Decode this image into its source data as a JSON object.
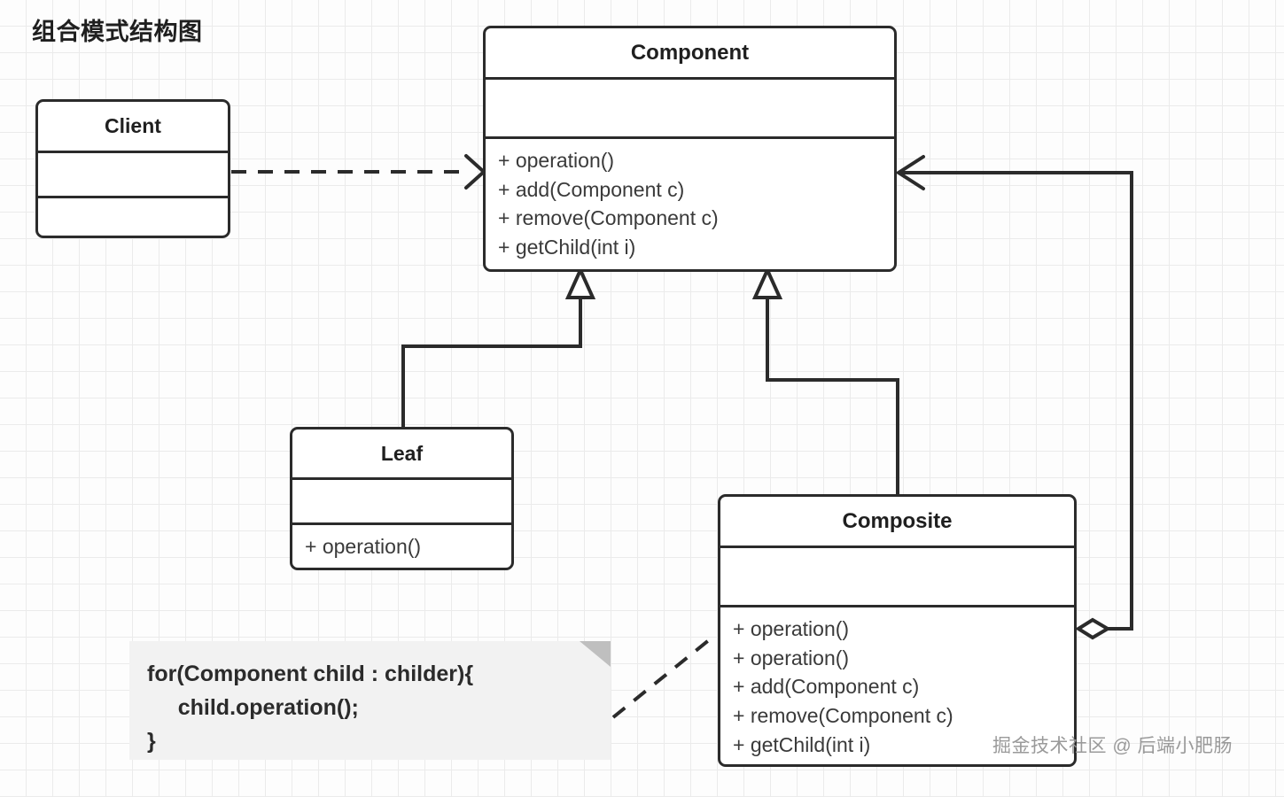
{
  "diagram": {
    "title": "组合模式结构图",
    "watermark": "掘金技术社区 @ 后端小肥肠",
    "colors": {
      "stroke": "#2b2b2b",
      "text": "#1f1f1f",
      "method_text": "#3a3a3a",
      "note_background": "#f2f2f2",
      "note_fold": "#bfbfbf",
      "grid": "#ebebeb",
      "canvas_background": "#fdfdfd",
      "watermark": "#9a9a9a"
    }
  },
  "classes": {
    "client": {
      "name": "Client",
      "attributes": [],
      "methods": []
    },
    "component": {
      "name": "Component",
      "attributes": [],
      "methods": [
        "+ operation()",
        "+ add(Component c)",
        "+ remove(Component c)",
        "+ getChild(int i)"
      ]
    },
    "leaf": {
      "name": "Leaf",
      "attributes": [],
      "methods": [
        "+ operation()"
      ]
    },
    "composite": {
      "name": "Composite",
      "attributes": [],
      "methods": [
        "+ operation()",
        "+ operation()",
        "+ add(Component c)",
        "+ remove(Component c)",
        "+ getChild(int i)"
      ]
    }
  },
  "note": {
    "lines": [
      "for(Component child : childer){",
      "     child.operation();",
      "}"
    ]
  },
  "relationships": [
    {
      "name": "client-uses-component",
      "type": "dependency",
      "from": "Client",
      "to": "Component",
      "style": "dashed",
      "arrow": "open"
    },
    {
      "name": "leaf-extends-component",
      "type": "generalization",
      "from": "Leaf",
      "to": "Component",
      "style": "solid",
      "arrow": "hollow-triangle"
    },
    {
      "name": "composite-extends-component",
      "type": "generalization",
      "from": "Composite",
      "to": "Component",
      "style": "solid",
      "arrow": "hollow-triangle"
    },
    {
      "name": "composite-aggregates-component",
      "type": "aggregation",
      "from": "Composite",
      "to": "Component",
      "style": "solid",
      "arrow": "open",
      "source_decoration": "hollow-diamond"
    },
    {
      "name": "note-anchors-composite",
      "type": "note-link",
      "from": "Note",
      "to": "Composite",
      "style": "dashed",
      "arrow": "none"
    }
  ]
}
